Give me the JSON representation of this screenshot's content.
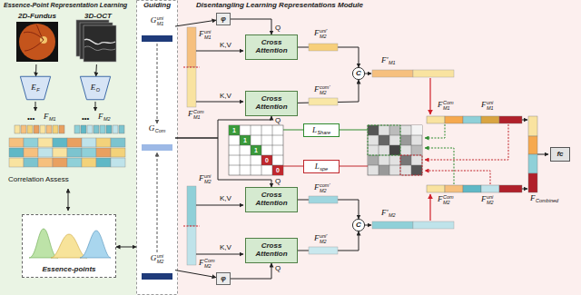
{
  "diagram": {
    "nodes": [
      {
        "text": [
          "Essence-Point Representation Learning"
        ]
      },
      {
        "text": [
          "Guiding"
        ]
      },
      {
        "text": [
          "Disentangling Learning Representations Module"
        ]
      },
      {
        "text": [
          "2D-Fundus"
        ],
        "in": 0
      },
      {
        "text": [
          "3D-OCT"
        ],
        "in": 0
      },
      {
        "text": [
          "E",
          "F"
        ],
        "in": 0
      },
      {
        "text": [
          "E",
          "O"
        ],
        "in": 0
      },
      {
        "text": [
          "Essence-points"
        ],
        "in": 0
      },
      {
        "text": [
          "G",
          "uni",
          "M1"
        ],
        "in": 1
      },
      {
        "text": [
          "G",
          "Com"
        ],
        "in": 1
      },
      {
        "text": [
          "G",
          "uni",
          "M2"
        ],
        "in": 1
      },
      {
        "text": [
          "φ"
        ],
        "in": 2
      },
      {
        "text": [
          "Cross Attention"
        ],
        "in": 2
      },
      {
        "text": [
          "Cross Attention"
        ],
        "in": 2
      },
      {
        "text": [
          "C"
        ],
        "in": 2
      },
      {
        "text": [
          "φ"
        ],
        "in": 2
      },
      {
        "text": [
          "Cross Attention"
        ],
        "in": 2
      },
      {
        "text": [
          "Cross Attention"
        ],
        "in": 2
      },
      {
        "text": [
          "C"
        ],
        "in": 2
      },
      {
        "text": [
          "L",
          "Share"
        ],
        "in": 2
      },
      {
        "text": [
          "L",
          "spe"
        ],
        "in": 2
      },
      {
        "text": [
          "fc"
        ],
        "in": 2
      }
    ],
    "edges": [
      {
        "from": 3,
        "to": 5,
        "arrow": "to"
      },
      {
        "from": 4,
        "to": 6,
        "arrow": "to"
      },
      {
        "from": 8,
        "to": 9,
        "arrow": "to"
      },
      {
        "from": 10,
        "to": 9,
        "arrow": "to"
      },
      {
        "from": 8,
        "to": 11,
        "arrow": "to"
      },
      {
        "from": 11,
        "to": 12,
        "arrow": "to"
      },
      {
        "from": 9,
        "to": 13,
        "arrow": "to"
      },
      {
        "from": 9,
        "to": 16,
        "arrow": "to"
      },
      {
        "from": 10,
        "to": 15,
        "arrow": "to"
      },
      {
        "from": 15,
        "to": 17,
        "arrow": "to"
      },
      {
        "from": 12,
        "to": 14,
        "arrow": "to"
      },
      {
        "from": 13,
        "to": 14,
        "arrow": "to"
      },
      {
        "from": 16,
        "to": 18,
        "arrow": "to"
      },
      {
        "from": 17,
        "to": 18,
        "arrow": "to"
      }
    ],
    "labels": [
      "•••",
      "F",
      "M1",
      "•••",
      "F",
      "M2",
      "Correlation Assess",
      "F",
      "uni",
      "M1",
      "F",
      "Com",
      "M1",
      "Q",
      "K,V",
      "Q",
      "K,V",
      "F",
      "uni'",
      "M2",
      "F",
      "com'",
      "M2",
      "F'",
      "M1",
      "F",
      "Com",
      "M1",
      "F",
      "uni",
      "M1",
      "1",
      "1",
      "1",
      "0",
      "0",
      "F",
      "uni",
      "M2",
      "F",
      "Com",
      "M2",
      "Q",
      "K,V",
      "Q",
      "K,V",
      "F",
      "com'",
      "M2",
      "F",
      "uni'",
      "M2",
      "F'",
      "M2",
      "F",
      "Com",
      "M2",
      "F",
      "uni",
      "M2",
      "F",
      "Combined"
    ]
  }
}
